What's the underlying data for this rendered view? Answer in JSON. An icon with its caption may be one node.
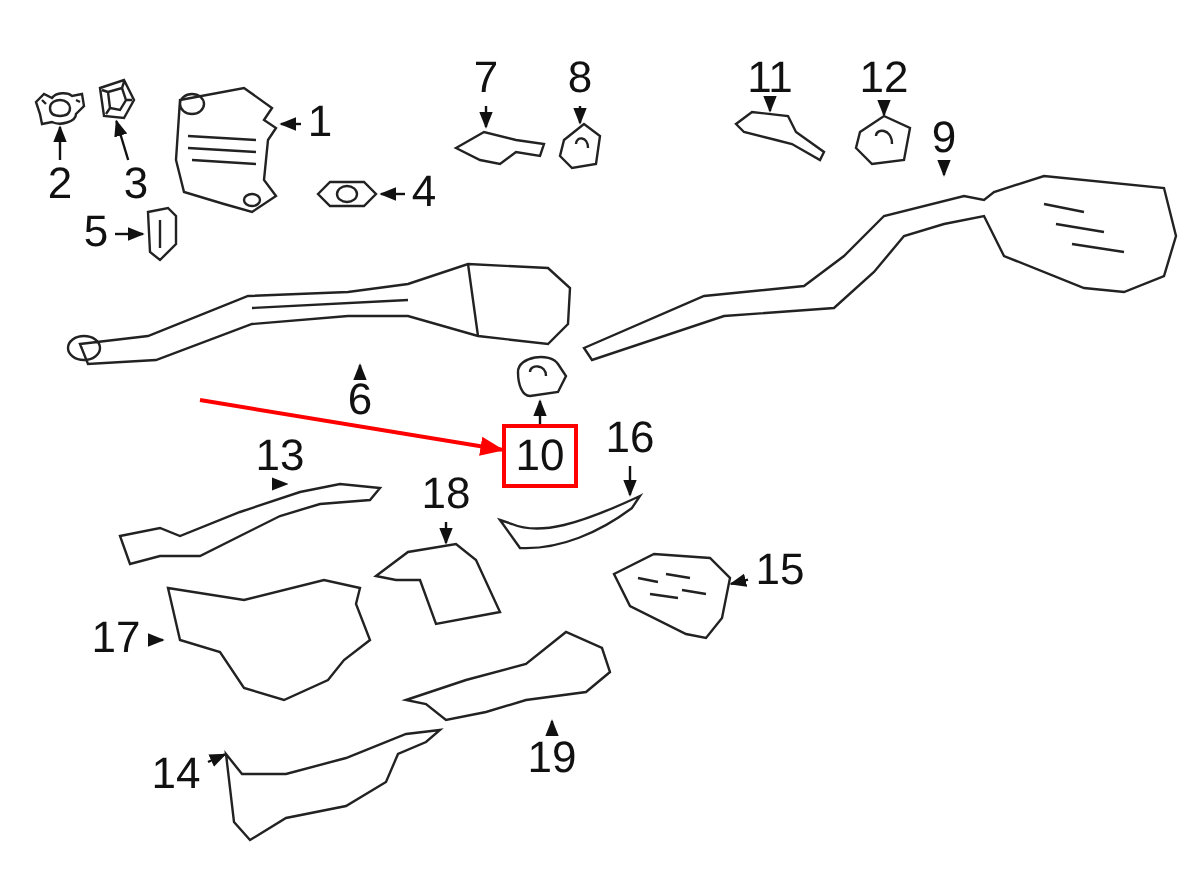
{
  "diagram": {
    "nodes": [
      {
        "text": [
          "1"
        ]
      },
      {
        "text": [],
        "shape": "picture"
      },
      {
        "text": [
          "2"
        ]
      },
      {
        "text": [],
        "shape": "picture"
      },
      {
        "text": [
          "3"
        ]
      },
      {
        "text": [],
        "shape": "picture"
      },
      {
        "text": [
          "4"
        ]
      },
      {
        "text": [],
        "shape": "picture"
      },
      {
        "text": [
          "5"
        ]
      },
      {
        "text": [],
        "shape": "picture"
      },
      {
        "text": [
          "6"
        ]
      },
      {
        "text": [],
        "shape": "picture"
      },
      {
        "text": [
          "7"
        ]
      },
      {
        "text": [],
        "shape": "picture"
      },
      {
        "text": [
          "8"
        ]
      },
      {
        "text": [],
        "shape": "picture"
      },
      {
        "text": [
          "9"
        ]
      },
      {
        "text": [],
        "shape": "picture"
      },
      {
        "text": [
          "10"
        ]
      },
      {
        "text": [],
        "shape": "picture"
      },
      {
        "text": [
          "11"
        ]
      },
      {
        "text": [],
        "shape": "picture"
      },
      {
        "text": [
          "12"
        ]
      },
      {
        "text": [],
        "shape": "picture"
      },
      {
        "text": [
          "13"
        ]
      },
      {
        "text": [],
        "shape": "picture"
      },
      {
        "text": [
          "14"
        ]
      },
      {
        "text": [],
        "shape": "picture"
      },
      {
        "text": [
          "15"
        ]
      },
      {
        "text": [],
        "shape": "picture"
      },
      {
        "text": [
          "16"
        ]
      },
      {
        "text": [],
        "shape": "picture"
      },
      {
        "text": [
          "17"
        ]
      },
      {
        "text": [],
        "shape": "picture"
      },
      {
        "text": [
          "18"
        ]
      },
      {
        "text": [],
        "shape": "picture"
      },
      {
        "text": [
          "19"
        ]
      },
      {
        "text": [],
        "shape": "picture"
      }
    ],
    "edges": [
      {
        "from": 0,
        "to": 1,
        "arrow": "to"
      },
      {
        "from": 2,
        "to": 3,
        "arrow": "to"
      },
      {
        "from": 4,
        "to": 5,
        "arrow": "to"
      },
      {
        "from": 6,
        "to": 7,
        "arrow": "to"
      },
      {
        "from": 8,
        "to": 9,
        "arrow": "to"
      },
      {
        "from": 10,
        "to": 11,
        "arrow": "to"
      },
      {
        "from": 12,
        "to": 13,
        "arrow": "to"
      },
      {
        "from": 14,
        "to": 15,
        "arrow": "to"
      },
      {
        "from": 16,
        "to": 17,
        "arrow": "to"
      },
      {
        "from": 18,
        "to": 19,
        "arrow": "to"
      },
      {
        "from": 20,
        "to": 21,
        "arrow": "to"
      },
      {
        "from": 22,
        "to": 23,
        "arrow": "to"
      },
      {
        "from": 24,
        "to": 25,
        "arrow": "to"
      },
      {
        "from": 26,
        "to": 27,
        "arrow": "to"
      },
      {
        "from": 28,
        "to": 29,
        "arrow": "to"
      },
      {
        "from": 30,
        "to": 31,
        "arrow": "to"
      },
      {
        "from": 32,
        "to": 33,
        "arrow": "to"
      },
      {
        "from": 34,
        "to": 35,
        "arrow": "to"
      },
      {
        "from": 36,
        "to": 37,
        "arrow": "to"
      },
      {
        "from": null,
        "to": 18,
        "arrow": "to",
        "color": "#ff0000"
      }
    ]
  }
}
